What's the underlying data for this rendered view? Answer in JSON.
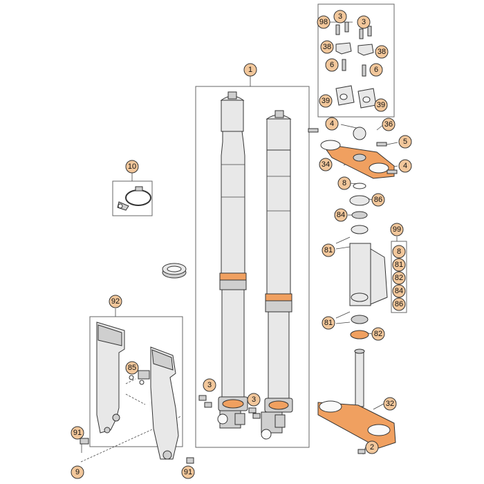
{
  "callouts": {
    "c1": "1",
    "c2": "2",
    "c3a": "3",
    "c3b": "3",
    "c3c": "3",
    "c3d": "3",
    "c4a": "4",
    "c4b": "4",
    "c5": "5",
    "c6a": "6",
    "c6b": "6",
    "c8a": "8",
    "c8b": "8",
    "c9": "9",
    "c10": "10",
    "c32": "32",
    "c34": "34",
    "c36": "36",
    "c38a": "38",
    "c38b": "38",
    "c39a": "39",
    "c39b": "39",
    "c81a": "81",
    "c81b": "81",
    "c81c": "81",
    "c82a": "82",
    "c82b": "82",
    "c84a": "84",
    "c84b": "84",
    "c85": "85",
    "c86a": "86",
    "c86b": "86",
    "c91a": "91",
    "c91b": "91",
    "c92": "92",
    "c98": "98",
    "c99": "99"
  }
}
